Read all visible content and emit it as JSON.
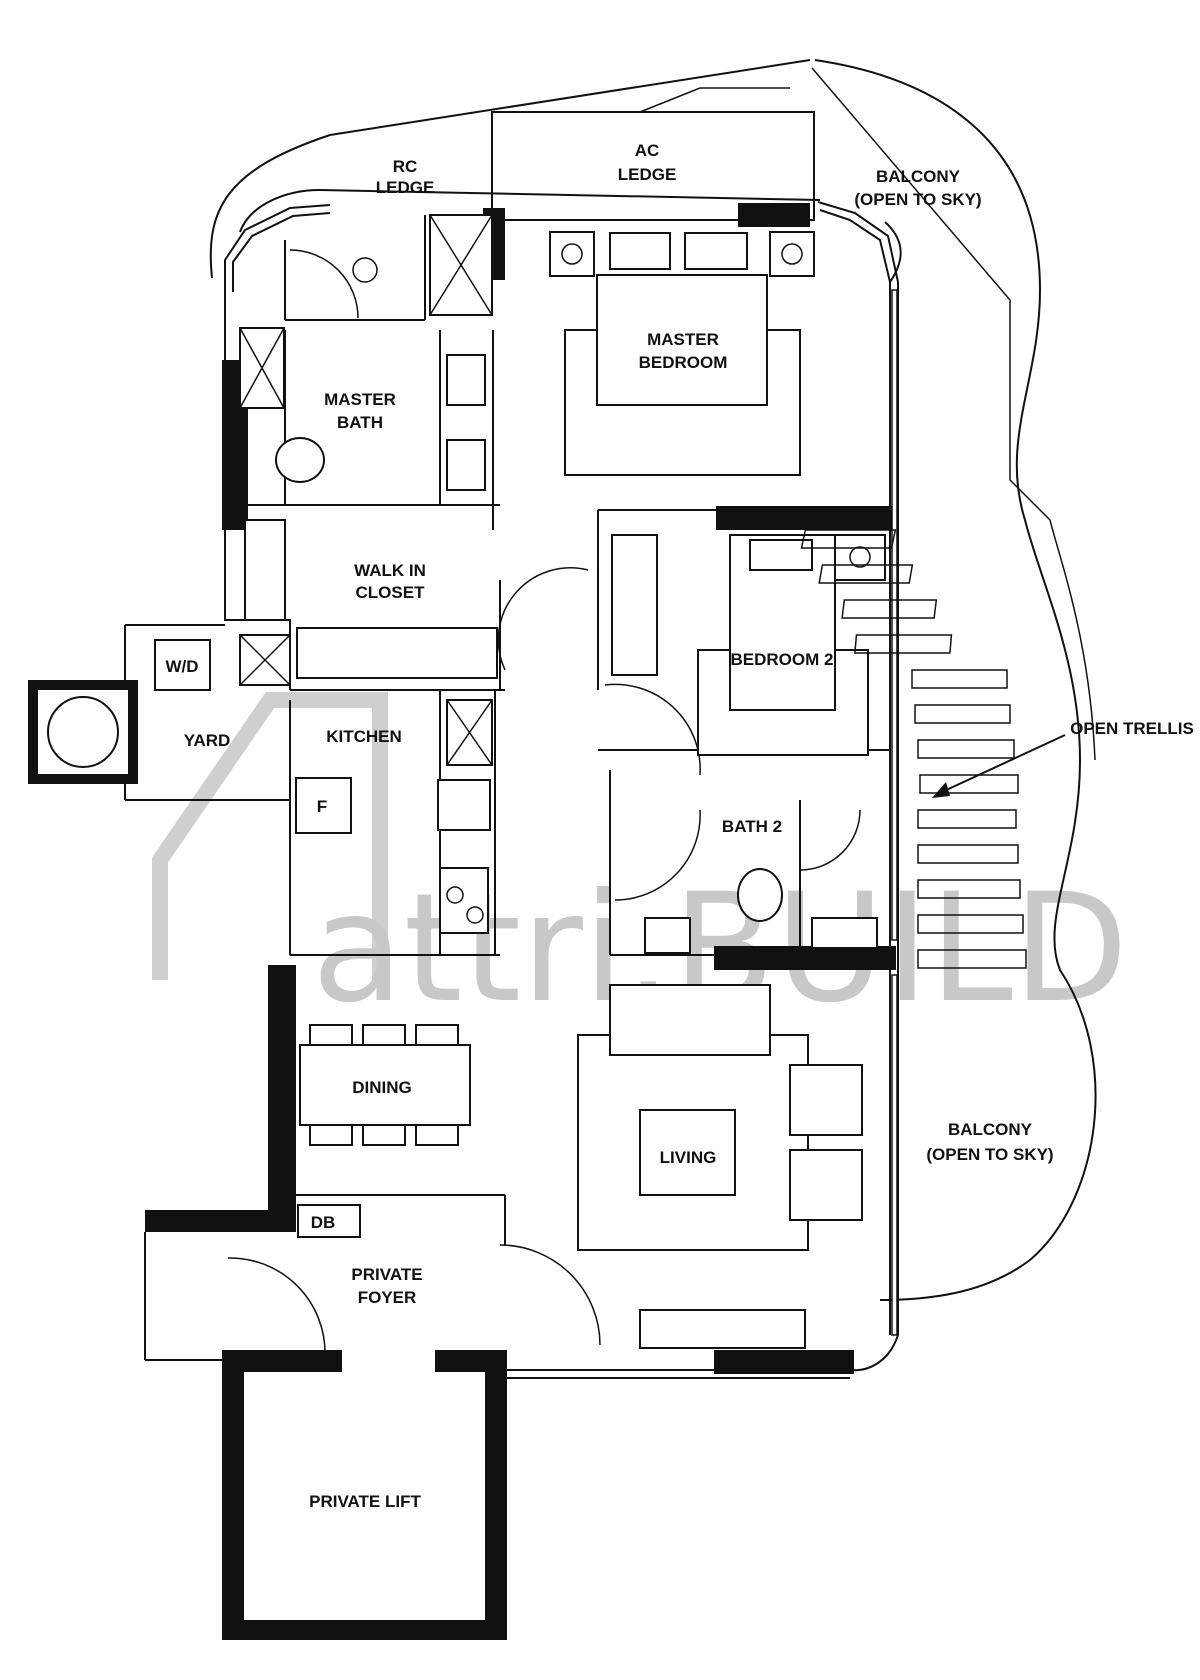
{
  "watermark": "attri.BUILD",
  "rooms": {
    "rc_ledge": [
      "RC",
      "LEDGE"
    ],
    "ac_ledge": [
      "AC",
      "LEDGE"
    ],
    "balcony_top": [
      "BALCONY",
      "(OPEN TO SKY)"
    ],
    "master_bedroom": [
      "MASTER",
      "BEDROOM"
    ],
    "master_bath": [
      "MASTER",
      "BATH"
    ],
    "walk_in_closet": [
      "WALK IN",
      "CLOSET"
    ],
    "bedroom2": "BEDROOM 2",
    "wd": "W/D",
    "yard": "YARD",
    "kitchen": "KITCHEN",
    "fridge": "F",
    "bath2": "BATH 2",
    "dining": "DINING",
    "living": "LIVING",
    "balcony_bottom": [
      "BALCONY",
      "(OPEN TO SKY)"
    ],
    "db": "DB",
    "private_foyer": [
      "PRIVATE",
      "FOYER"
    ],
    "private_lift": "PRIVATE LIFT",
    "open_trellis": "OPEN TRELLIS"
  }
}
